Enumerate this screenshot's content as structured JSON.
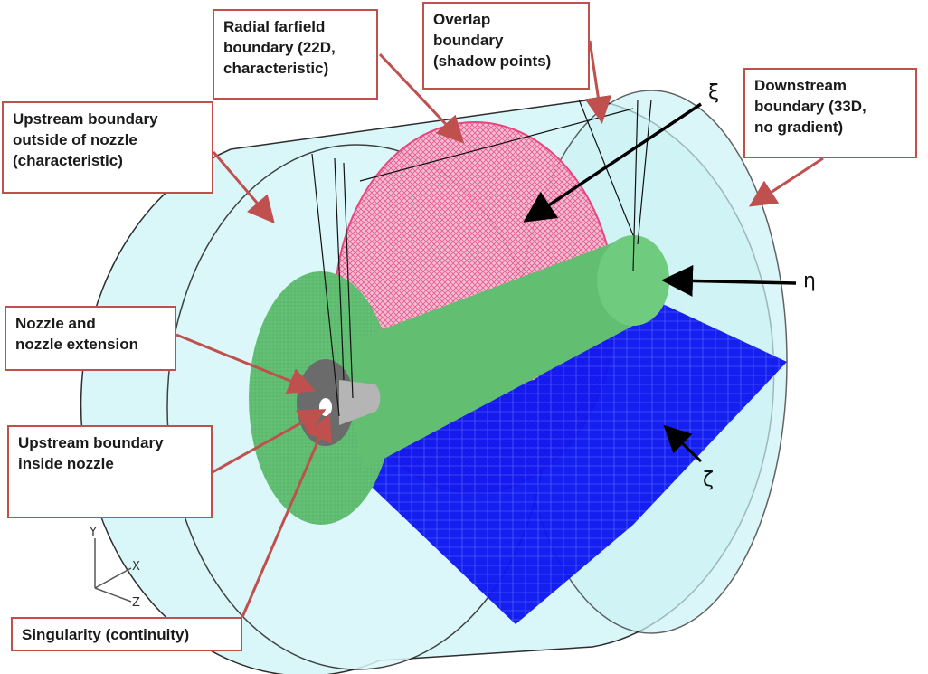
{
  "callouts": {
    "radial_farfield": "Radial farfield\nboundary (22D,\ncharacteristic)",
    "overlap": "Overlap\nboundary\n(shadow points)",
    "upstream_outside": "Upstream boundary\noutside of nozzle\n(characteristic)",
    "downstream": "Downstream\nboundary  (33D,\nno gradient)",
    "nozzle": "Nozzle and\nnozzle extension",
    "upstream_inside": "Upstream boundary\ninside nozzle",
    "singularity": "Singularity (continuity)"
  },
  "coordinates": {
    "xi": "ξ",
    "eta": "η",
    "zeta": "ζ"
  },
  "axes": {
    "y": "Y",
    "x": "X",
    "z": "Z"
  },
  "colors": {
    "callout_border": "#c0504d",
    "arrow_red": "#c0504d",
    "domain_fill": "#d8f6f8",
    "mesh_pink": "#e8457f",
    "jet_green": "#5fbf73",
    "plane_blue": "#0a14f0",
    "nozzle_gray": "#8a8a8a"
  }
}
